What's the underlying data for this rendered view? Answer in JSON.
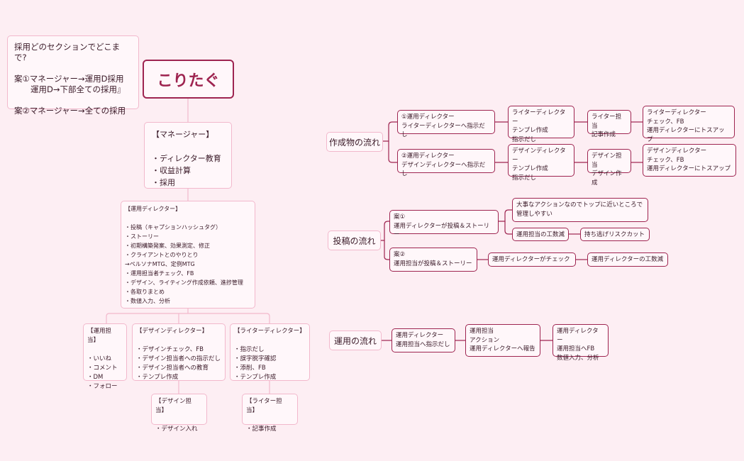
{
  "note": "採用どのセクションでどこまで?\n\n案①マネージャー→運用D採用\n　　運用D→下部全ての採用』\n\n案②マネージャー→全ての採用",
  "title": "こりたぐ",
  "manager": "【マネージャー】\n\n・ディレクター教育\n・収益計算\n・採用",
  "director": "【運用ディレクター】\n\n・投稿（キャプションハッシュタグ）\n・ストーリー\n・初期構築発案、効果測定、修正\n・クライアントとのやりとり\n→ペルソナMTG、定例MTG\n・運用担当者チェック、FB\n・デザイン、ライティング作成依頼、進捗管理\n・各取りまとめ\n・数値入力、分析",
  "ops": "【運用担当】\n\n・いいね\n・コメント\n・DM\n・フォロー",
  "design_dir": "【デザインディレクター】\n\n・デザインチェック、FB\n・デザイン担当者への指示だし\n・デザイン担当者への教育\n・テンプレ作成",
  "writer_dir": "【ライターディレクター】\n\n・指示だし\n・誤字脱字確認\n・添削、FB\n・テンプレ作成",
  "designer": "【デザイン担当】\n\n・デザイン入れ",
  "writer": "【ライター担当】\n\n・記事作成",
  "flow1": {
    "label": "作成物の流れ",
    "a1": "①運用ディレクター\nライターディレクターへ指示だし",
    "a2": "ライターディレクター\nテンプレ作成\n指示だし",
    "a3": "ライター担当\n記事作成",
    "a4": "ライターディレクター\nチェック、FB\n運用ディレクターにトスアップ",
    "b1": "②運用ディレクター\nデザインディレクターへ指示だし",
    "b2": "デザインディレクター\nテンプレ作成\n指示だし",
    "b3": "デザイン担当\nデザイン作成",
    "b4": "デザインディレクター\nチェック、FB\n運用ディレクターにトスアップ"
  },
  "flow2": {
    "label": "投稿の流れ",
    "a1": "案①\n運用ディレクターが投稿＆ストーリー",
    "a2": "大事なアクションなのでトップに近いところで\n管理しやすい",
    "a3": "運用担当の工数減",
    "a4": "持ち逃げリスクカット",
    "b1": "案②\n運用担当が投稿＆ストーリー",
    "b2": "運用ディレクターがチェック",
    "b3": "運用ディレクターの工数減"
  },
  "flow3": {
    "label": "運用の流れ",
    "a1": "運用ディレクター\n運用担当へ指示だし",
    "a2": "運用担当\nアクション\n運用ディレクターへ報告",
    "a3": "運用ディレクター\n運用担当へFB\n数値入力、分析"
  },
  "colors": {
    "background": "#fdeef3",
    "accent": "#9e2450",
    "soft_border": "#f2b8cc"
  }
}
